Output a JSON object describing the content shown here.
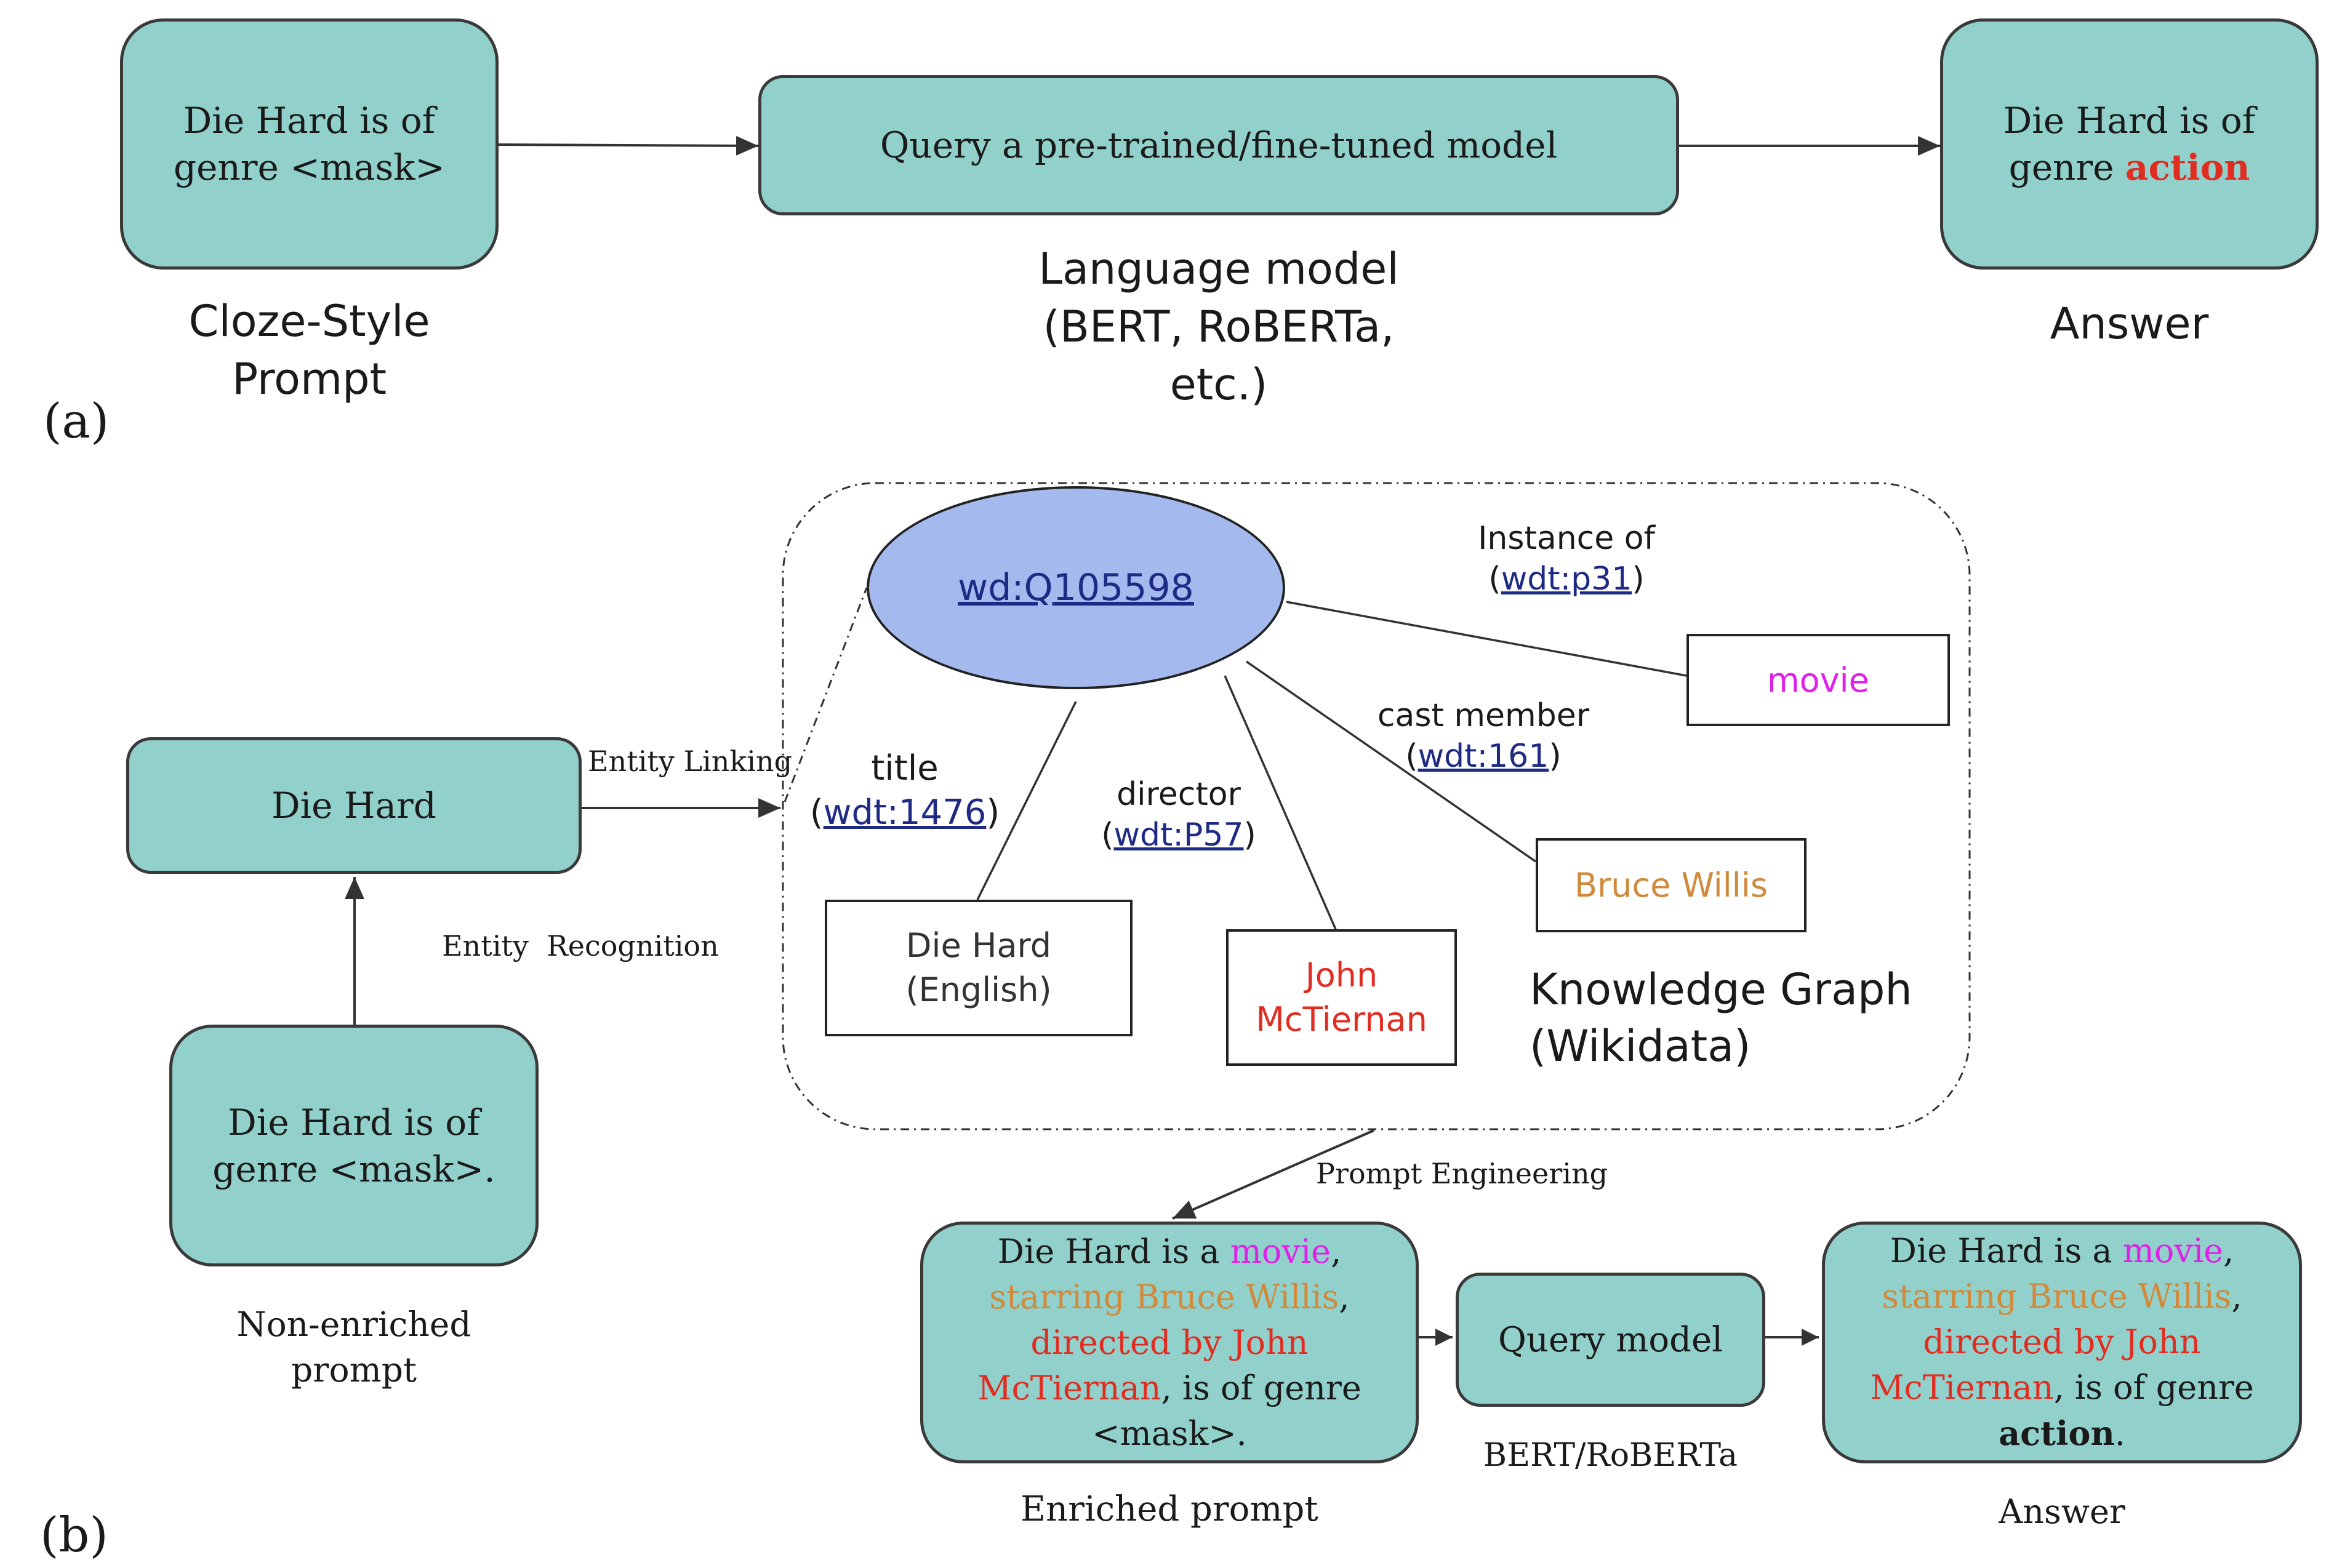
{
  "panel_a": {
    "label": "(a)",
    "prompt_box": [
      "Die Hard is of",
      "genre <mask>"
    ],
    "prompt_caption": [
      "Cloze-Style",
      "Prompt"
    ],
    "model_box": "Query a pre-trained/fine-tuned model",
    "model_caption": [
      "Language model",
      "(BERT, RoBERTa,",
      "etc.)"
    ],
    "answer_box": {
      "line1": "Die Hard is of",
      "line2_prefix": "genre ",
      "answer_word": "action"
    },
    "answer_caption": "Answer"
  },
  "panel_b": {
    "label": "(b)",
    "entity_box": "Die Hard",
    "entity_linking_label": "Entity Linking",
    "entity_recognition_label": "Entity  Recognition",
    "nonenriched_box": [
      "Die Hard is of",
      "genre <mask>."
    ],
    "nonenriched_caption": [
      "Non-enriched",
      "prompt"
    ],
    "kg": {
      "node": "wd:Q105598",
      "edges": {
        "instance_of": {
          "name": "Instance of",
          "id": "wdt:p31"
        },
        "cast_member": {
          "name": "cast member",
          "id": "wdt:161"
        },
        "title": {
          "name": "title",
          "id": "wdt:1476"
        },
        "director": {
          "name": "director",
          "id": "wdt:P57"
        }
      },
      "values": {
        "movie": "movie",
        "bruce": "Bruce Willis",
        "title_value": [
          "Die Hard",
          "(English)"
        ],
        "director_value": [
          "John",
          "McTiernan"
        ]
      },
      "caption": [
        "Knowledge Graph",
        "(Wikidata)"
      ]
    },
    "prompt_engineering_label": "Prompt Engineering",
    "enriched": {
      "p1": "Die Hard is a ",
      "movie": "movie",
      "comma": ",",
      "starring": "starring Bruce Willis",
      "comma2": ",",
      "directed1": "directed by John",
      "directed2": "McTiernan",
      "genre": ", is of genre",
      "mask": "<mask>."
    },
    "enriched_caption": "Enriched prompt",
    "query_box": "Query model",
    "query_caption": "BERT/RoBERTa",
    "answer": {
      "p1": "Die Hard is a ",
      "movie": "movie",
      "comma": ",",
      "starring": "starring Bruce Willis",
      "comma2": ",",
      "directed1": "directed by John",
      "directed2": "McTiernan",
      "genre": ", is of genre",
      "answer_word": "action",
      "period": "."
    },
    "answer_caption": "Answer"
  },
  "colors": {
    "teal_fill": "#92d1cb",
    "ellipse_fill": "#a4b9ed",
    "movie": "#e020e8",
    "bruce": "#d08a3c",
    "red": "#e02d22",
    "link": "#1f2a85"
  }
}
